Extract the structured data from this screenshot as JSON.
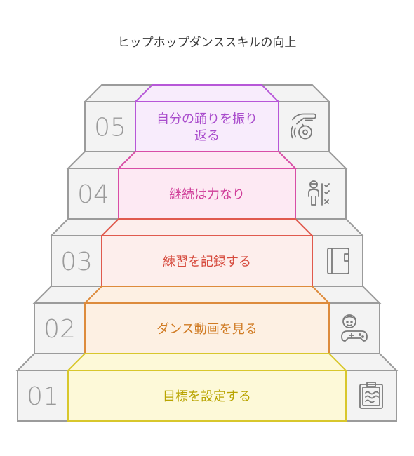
{
  "title": "ヒップホップダンススキルの向上",
  "steps": [
    {
      "number": "01",
      "lines": [
        "目標を設定する"
      ],
      "icon": "clipboard-icon",
      "fill": "#fdf9d8",
      "stroke": "#d8c72c",
      "text": "#b9a400"
    },
    {
      "number": "02",
      "lines": [
        "ダンス動画を見る"
      ],
      "icon": "gamer-icon",
      "fill": "#fdf0e3",
      "stroke": "#dd8b3c",
      "text": "#d07a22"
    },
    {
      "number": "03",
      "lines": [
        "練習を記録する"
      ],
      "icon": "notebook-icon",
      "fill": "#fdeeec",
      "stroke": "#e05a4e",
      "text": "#d64a3d"
    },
    {
      "number": "04",
      "lines": [
        "継続は力なり"
      ],
      "icon": "person-checklist-icon",
      "fill": "#fde9f3",
      "stroke": "#d84ea6",
      "text": "#cf3c98"
    },
    {
      "number": "05",
      "lines": [
        "自分の踊りを振り",
        "返る"
      ],
      "icon": "hand-disc-icon",
      "fill": "#f8ecfc",
      "stroke": "#b757d8",
      "text": "#a94ccc"
    }
  ]
}
